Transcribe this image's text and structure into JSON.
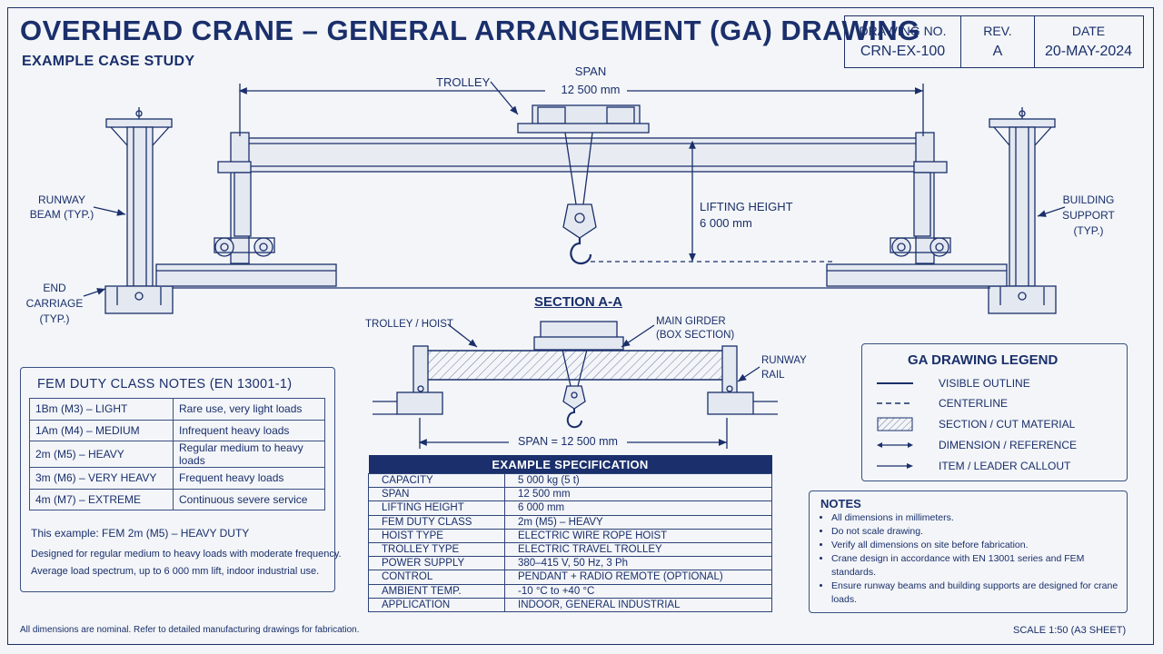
{
  "header": {
    "title": "OVERHEAD CRANE – GENERAL ARRANGEMENT (GA) DRAWING",
    "subtitle": "EXAMPLE CASE STUDY"
  },
  "title_block": {
    "drawing_no_label": "DRAWING NO.",
    "drawing_no": "CRN-EX-100",
    "rev_label": "REV.",
    "rev": "A",
    "date_label": "DATE",
    "date": "20-MAY-2024"
  },
  "elevation": {
    "span_label": "SPAN",
    "span_value": "12 500 mm",
    "trolley": "TROLLEY",
    "lifting_height_label": "LIFTING HEIGHT",
    "lifting_height_value": "6 000 mm",
    "runway_beam_1": "RUNWAY",
    "runway_beam_2": "BEAM (TYP.)",
    "end_carriage_1": "END",
    "end_carriage_2": "CARRIAGE",
    "end_carriage_3": "(TYP.)",
    "building_support_1": "BUILDING",
    "building_support_2": "SUPPORT",
    "building_support_3": "(TYP.)"
  },
  "section": {
    "title": "SECTION A-A",
    "trolley_hoist": "TROLLEY / HOIST",
    "main_girder_1": "MAIN GIRDER",
    "main_girder_2": "(BOX SECTION)",
    "runway_rail_1": "RUNWAY",
    "runway_rail_2": "RAIL",
    "span_dim": "SPAN = 12 500 mm"
  },
  "fem": {
    "title": "FEM DUTY CLASS NOTES (EN 13001-1)",
    "rows": [
      {
        "cls": "1Bm (M3) – LIGHT",
        "desc": "Rare use, very light loads"
      },
      {
        "cls": "1Am (M4) – MEDIUM",
        "desc": "Infrequent heavy loads"
      },
      {
        "cls": "2m (M5) – HEAVY",
        "desc": "Regular medium to heavy loads"
      },
      {
        "cls": "3m (M6) – VERY HEAVY",
        "desc": "Frequent heavy loads"
      },
      {
        "cls": "4m (M7) – EXTREME",
        "desc": "Continuous severe service"
      }
    ],
    "example": "This example: FEM 2m (M5) – HEAVY DUTY",
    "desc_1": "Designed for regular medium to heavy loads with moderate frequency.",
    "desc_2": "Average load spectrum, up to 6 000 mm lift, indoor industrial use."
  },
  "spec": {
    "title": "EXAMPLE SPECIFICATION",
    "rows": [
      {
        "k": "CAPACITY",
        "v": "5 000 kg (5 t)"
      },
      {
        "k": "SPAN",
        "v": "12 500 mm"
      },
      {
        "k": "LIFTING HEIGHT",
        "v": "6 000 mm"
      },
      {
        "k": "FEM DUTY CLASS",
        "v": "2m (M5) – HEAVY"
      },
      {
        "k": "HOIST TYPE",
        "v": "ELECTRIC WIRE ROPE HOIST"
      },
      {
        "k": "TROLLEY TYPE",
        "v": "ELECTRIC TRAVEL TROLLEY"
      },
      {
        "k": "POWER SUPPLY",
        "v": "380–415 V, 50 Hz, 3 Ph"
      },
      {
        "k": "CONTROL",
        "v": "PENDANT + RADIO REMOTE (OPTIONAL)"
      },
      {
        "k": "AMBIENT TEMP.",
        "v": "-10 °C to +40 °C"
      },
      {
        "k": "APPLICATION",
        "v": "INDOOR, GENERAL INDUSTRIAL"
      }
    ]
  },
  "legend": {
    "title": "GA DRAWING LEGEND",
    "items": [
      {
        "text": "VISIBLE OUTLINE",
        "icon": "solid-line-icon"
      },
      {
        "text": "CENTERLINE",
        "icon": "dashed-line-icon"
      },
      {
        "text": "SECTION / CUT MATERIAL",
        "icon": "hatch-icon"
      },
      {
        "text": "DIMENSION / REFERENCE",
        "icon": "double-arrow-icon"
      },
      {
        "text": "ITEM / LEADER CALLOUT",
        "icon": "arrow-icon"
      }
    ]
  },
  "notes": {
    "title": "NOTES",
    "items": [
      "All dimensions in millimeters.",
      "Do not scale drawing.",
      "Verify all dimensions on site before fabrication.",
      "Crane design in accordance with EN 13001 series and FEM standards.",
      "Ensure runway beams and building supports are designed for crane loads."
    ]
  },
  "footer": {
    "left": "All dimensions are nominal. Refer to detailed manufacturing drawings for fabrication.",
    "right": "SCALE 1:50 (A3 SHEET)"
  },
  "colors": {
    "ink": "#1a2f6b",
    "paper": "#f3f5f8",
    "fill": "#e4e8f0"
  }
}
